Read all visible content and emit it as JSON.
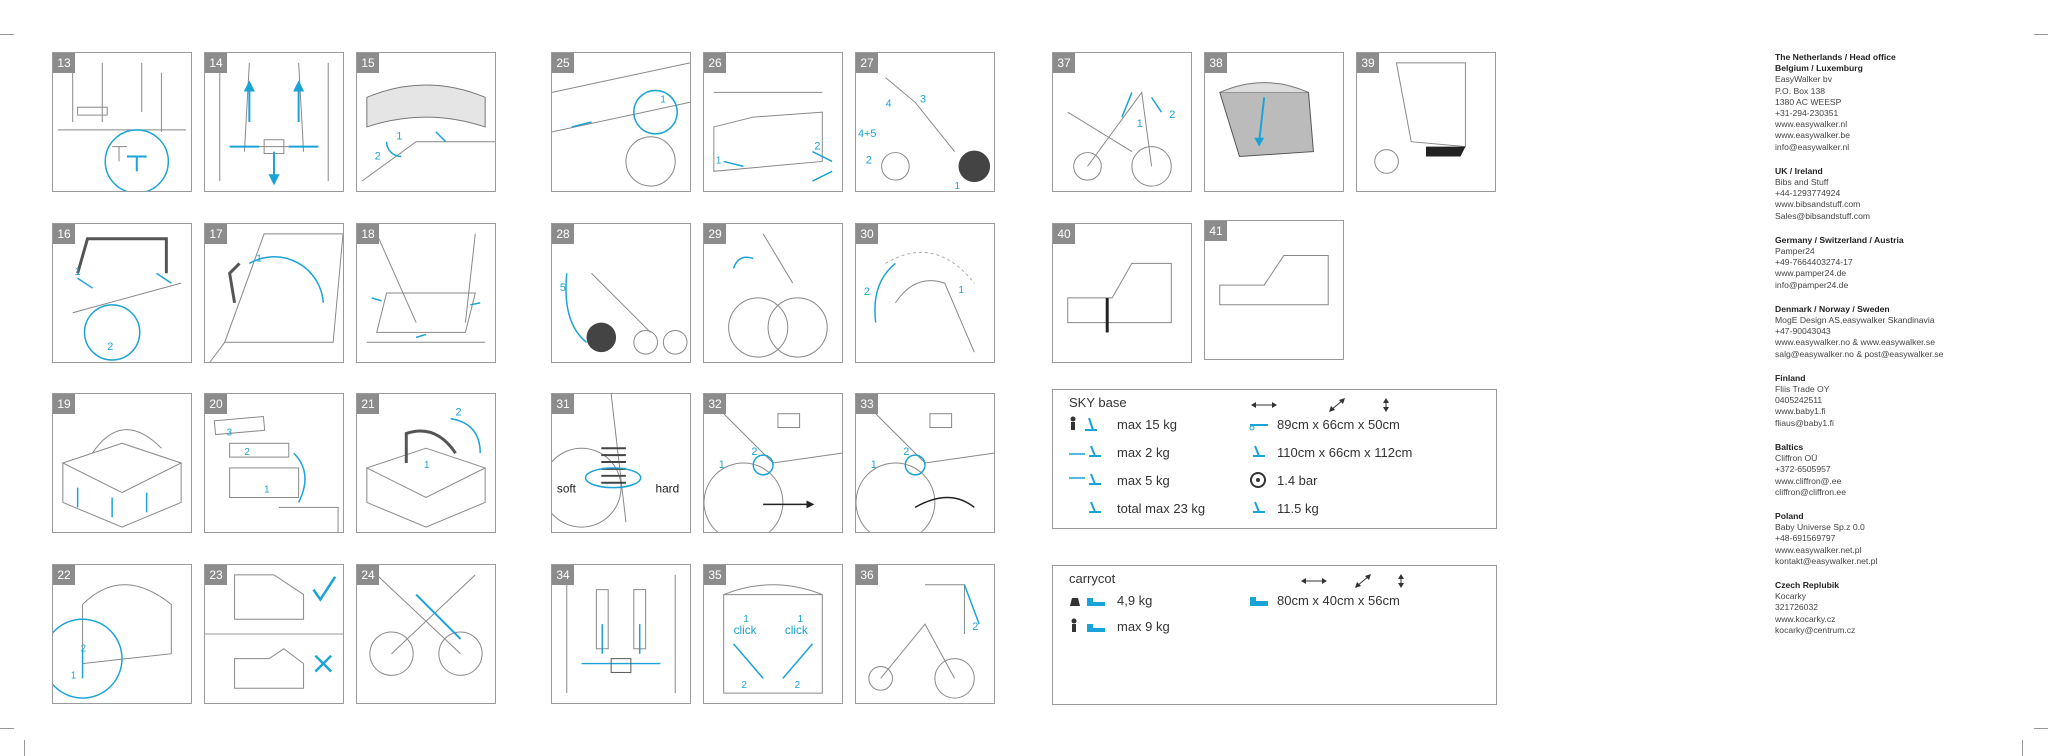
{
  "panels": {
    "p13": "13",
    "p14": "14",
    "p15": "15",
    "p16": "16",
    "p17": "17",
    "p18": "18",
    "p19": "19",
    "p20": "20",
    "p21": "21",
    "p22": "22",
    "p23": "23",
    "p24": "24",
    "p25": "25",
    "p26": "26",
    "p27": "27",
    "p28": "28",
    "p29": "29",
    "p30": "30",
    "p31": "31",
    "p32": "32",
    "p33": "33",
    "p34": "34",
    "p35": "35",
    "p36": "36",
    "p37": "37",
    "p38": "38",
    "p39": "39",
    "p40": "40",
    "p41": "41"
  },
  "labels": {
    "soft": "soft",
    "hard": "hard",
    "click": "click",
    "one": "1",
    "two": "2",
    "three": "3",
    "four": "4",
    "five": "5",
    "four_five": "4+5"
  },
  "sky_base": {
    "title": "SKY base",
    "max_child": "max 15 kg",
    "max_basket": "max 2 kg",
    "max_pocket": "max 5 kg",
    "total": "total max 23 kg",
    "folded_dims": "89cm   x 66cm x 50cm",
    "open_dims": "110cm x 66cm x 112cm",
    "pressure": "1.4 bar",
    "weight": "11.5 kg"
  },
  "carrycot": {
    "title": "carrycot",
    "weight": "4,9 kg",
    "max_child": "max 9 kg",
    "dims": "80cm x 40cm x 56cm"
  },
  "contacts": [
    {
      "h1": "The Netherlands / Head office",
      "h2": "Belgium / Luxemburg",
      "lines": [
        "EasyWalker bv",
        "P.O. Box 138",
        "1380 AC  WEESP",
        "+31-294-230351",
        "www.easywalker.nl",
        "www.easywalker.be",
        "info@easywalker.nl"
      ]
    },
    {
      "h1": "UK / Ireland",
      "lines": [
        "Bibs and Stuff",
        "+44-1293774924",
        "www.bibsandstuff.com",
        "Sales@bibsandstuff.com"
      ]
    },
    {
      "h1": "Germany / Switzerland / Austria",
      "lines": [
        "Pamper24",
        "+49-7664403274-17",
        "www.pamper24.de",
        "info@pamper24.de"
      ]
    },
    {
      "h1": "Denmark / Norway / Sweden",
      "lines": [
        "MogE Design AS,easywalker Skandinavia",
        "+47-90043043",
        "www.easywalker.no & www.easywalker.se",
        "salg@easywalker.no & post@easywalker.se"
      ]
    },
    {
      "h1": "Finland",
      "lines": [
        "Fliis Trade OY",
        "0405242511",
        "www.baby1.fi",
        "fliaus@baby1.fi"
      ]
    },
    {
      "h1": "Baltics",
      "lines": [
        "Cliffron OÜ",
        "+372-6505957",
        "www.cliffron@.ee",
        "cliffron@cliffron.ee"
      ]
    },
    {
      "h1": "Poland",
      "lines": [
        "Baby Universe Sp.z 0.0",
        "+48-691569797",
        "www.easywalker.net.pl",
        "kontakt@easywalker.net.pl"
      ]
    },
    {
      "h1": "Czech Replubik",
      "lines": [
        "Kocarky",
        "321726032",
        "www.kocarky.cz",
        "kocarky@centrum.cz"
      ]
    }
  ],
  "colors": {
    "accent": "#1aa3d6",
    "line": "#9a9a9a",
    "badge": "#8c8c8c"
  }
}
